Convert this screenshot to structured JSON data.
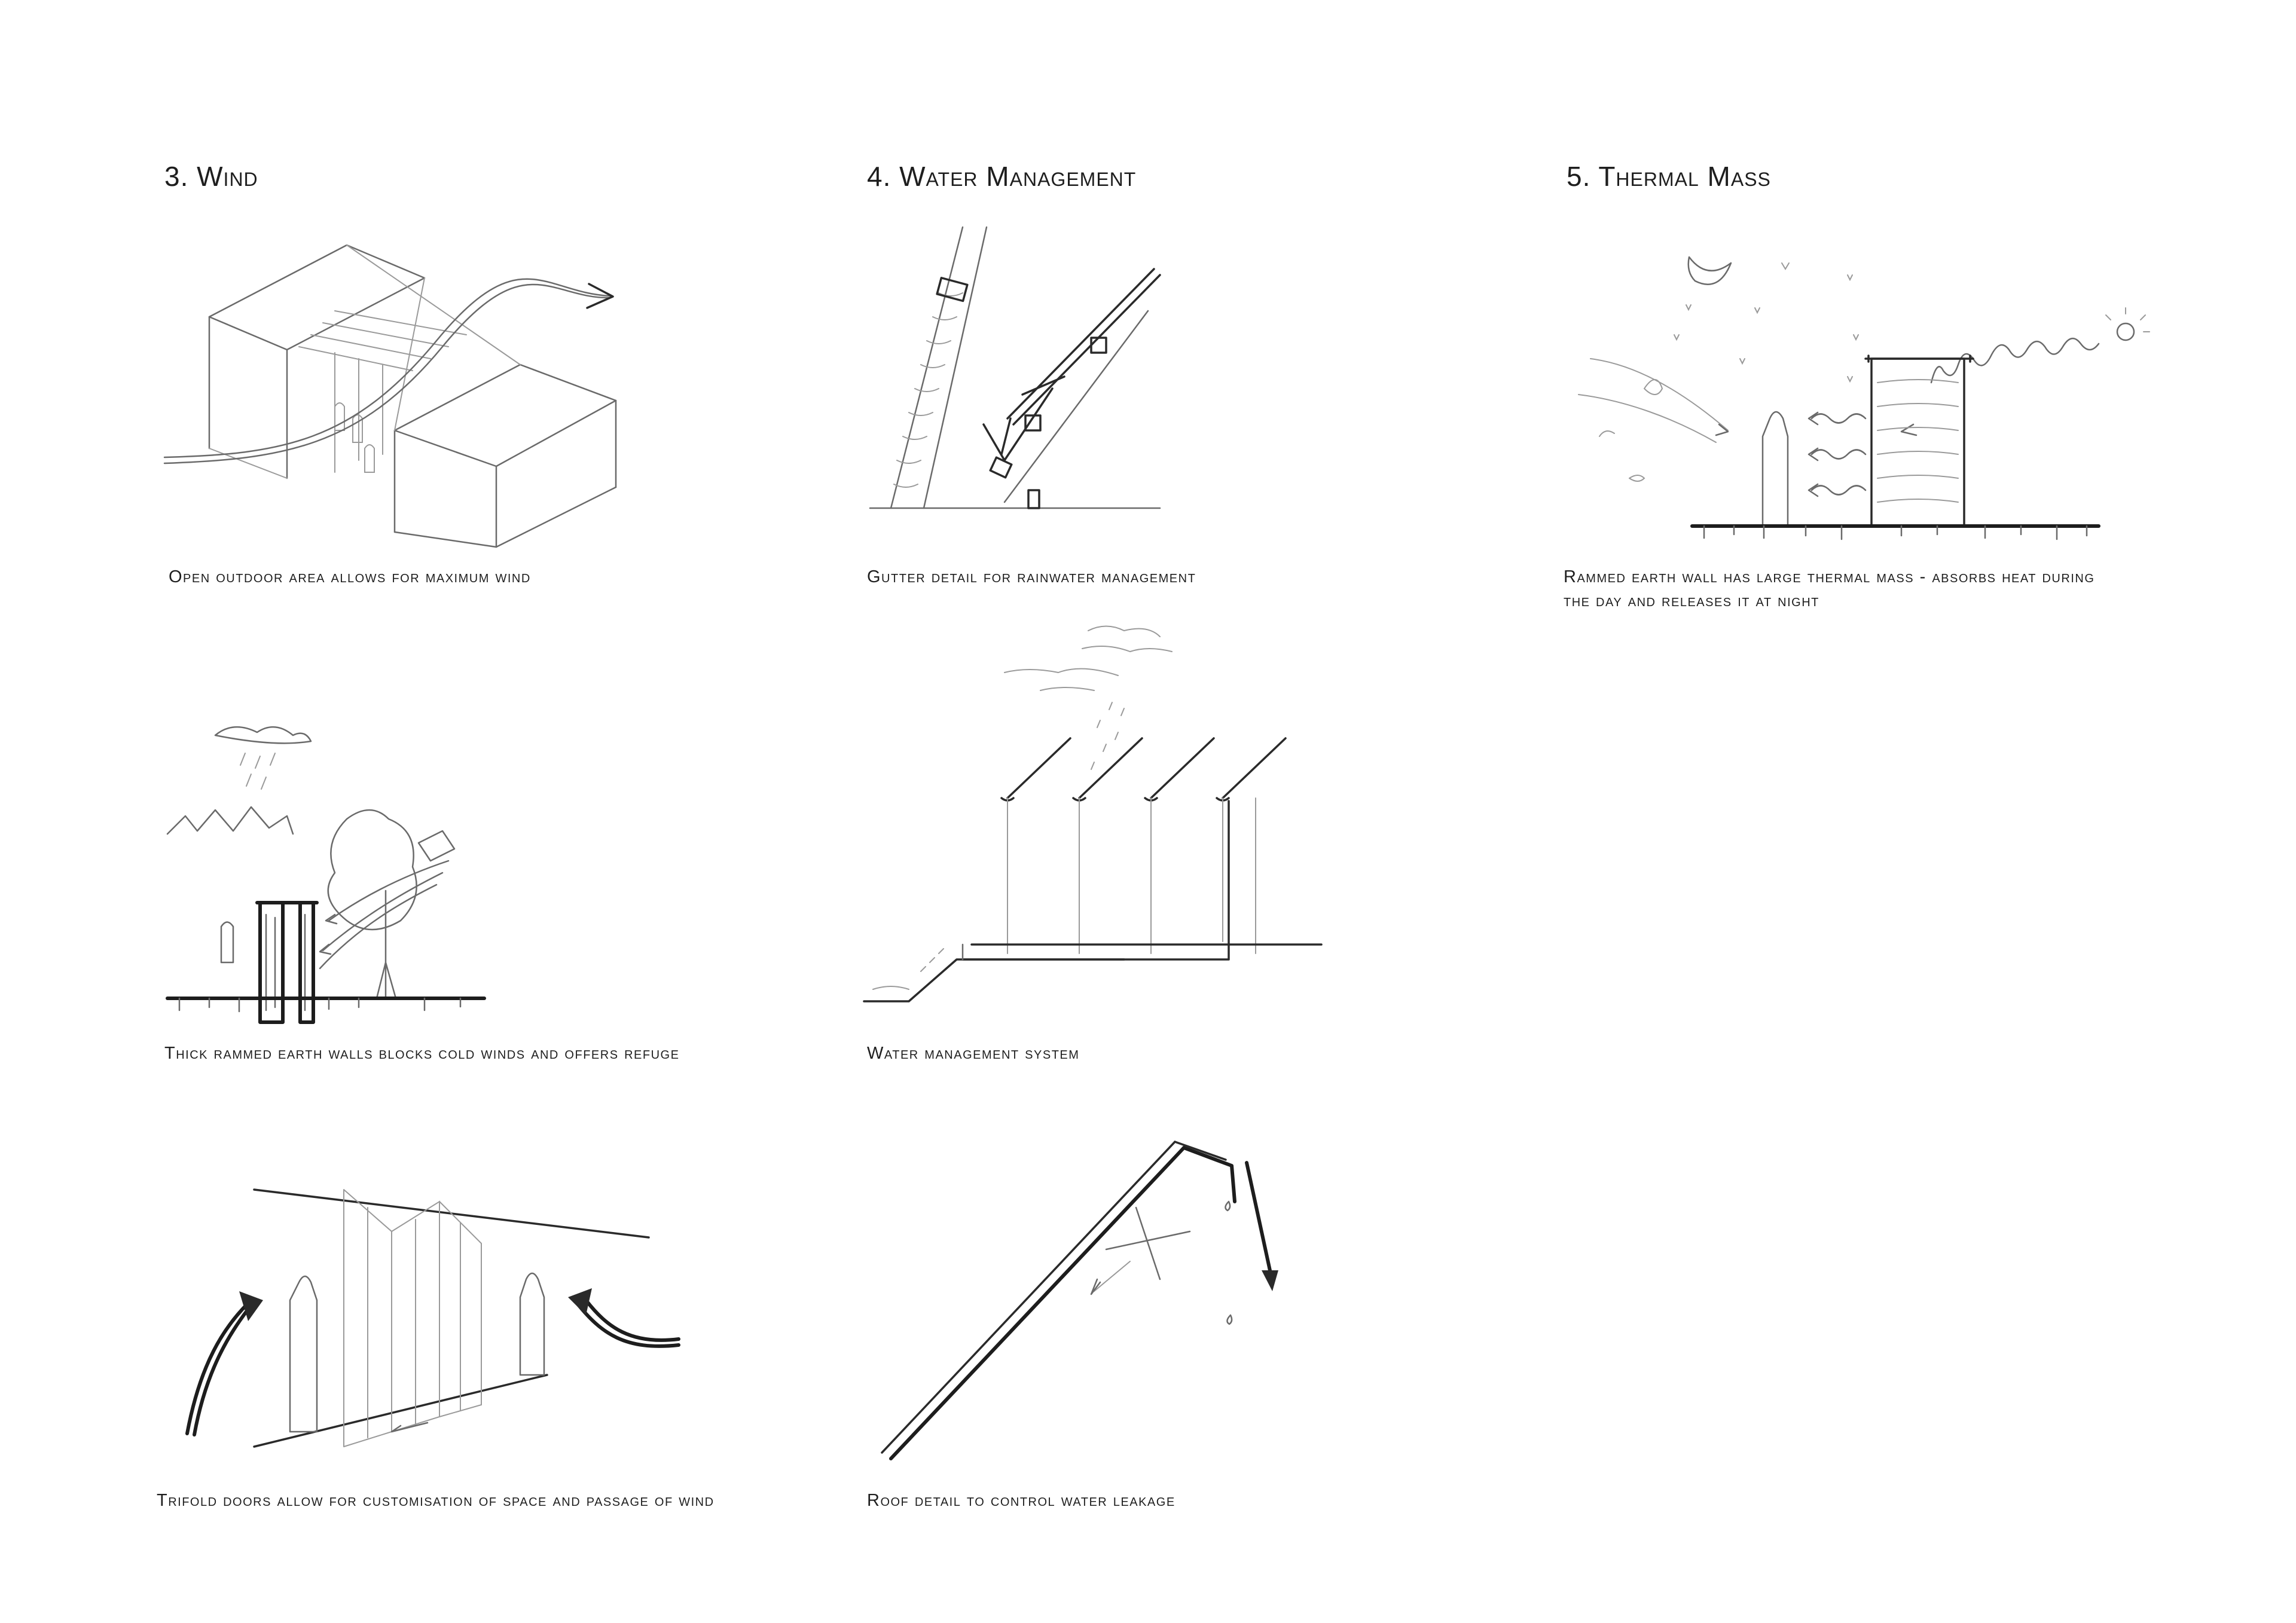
{
  "headings": {
    "wind": "3. Wind",
    "water": "4. Water Management",
    "thermal": "5. Thermal Mass"
  },
  "captions": {
    "wind_open": "Open outdoor area allows for maximum wind",
    "wind_walls": "Thick rammed earth walls blocks cold winds and offers refuge",
    "wind_trifold": "Trifold doors allow for customisation of space and passage of wind",
    "water_gutter": "Gutter detail for rainwater management",
    "water_system": "Water management system",
    "water_roof": "Roof detail to control water leakage",
    "thermal_wall": "Rammed earth wall has large thermal mass - absorbs heat during the day and releases it at night"
  }
}
